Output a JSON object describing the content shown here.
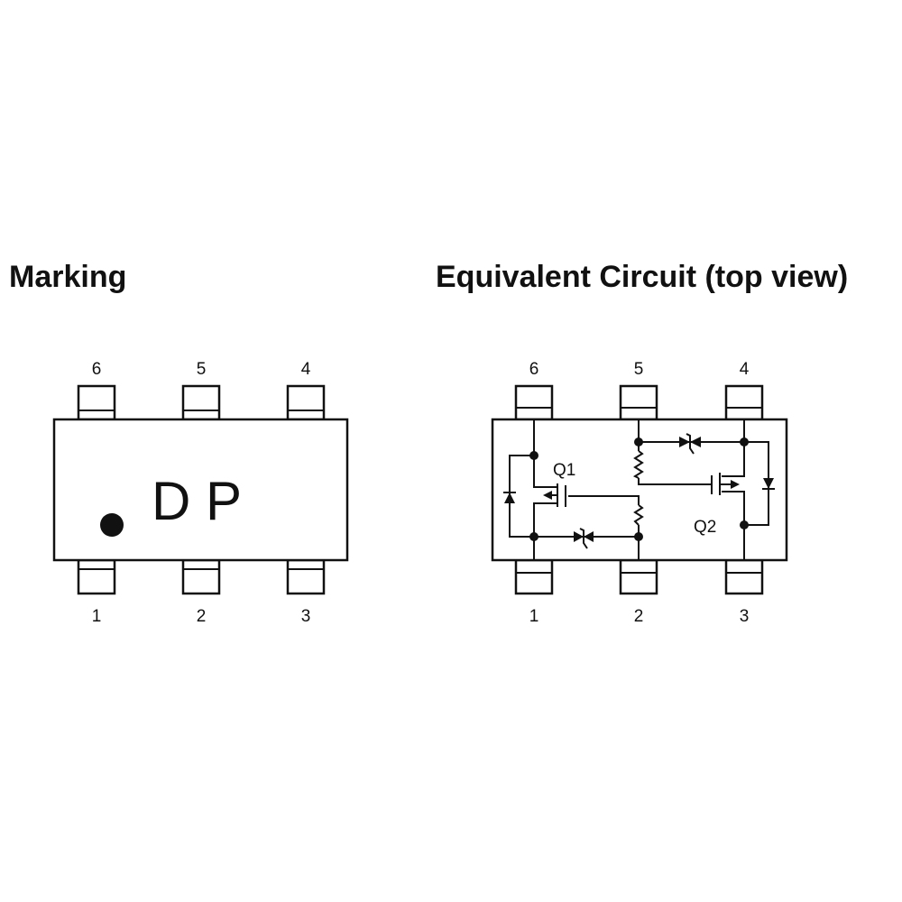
{
  "marking": {
    "title": "Marking",
    "code": "D P",
    "pins_top": [
      "6",
      "5",
      "4"
    ],
    "pins_bottom": [
      "1",
      "2",
      "3"
    ]
  },
  "circuit": {
    "title": "Equivalent Circuit (top view)",
    "pins_top": [
      "6",
      "5",
      "4"
    ],
    "pins_bottom": [
      "1",
      "2",
      "3"
    ],
    "q1": "Q1",
    "q2": "Q2"
  }
}
